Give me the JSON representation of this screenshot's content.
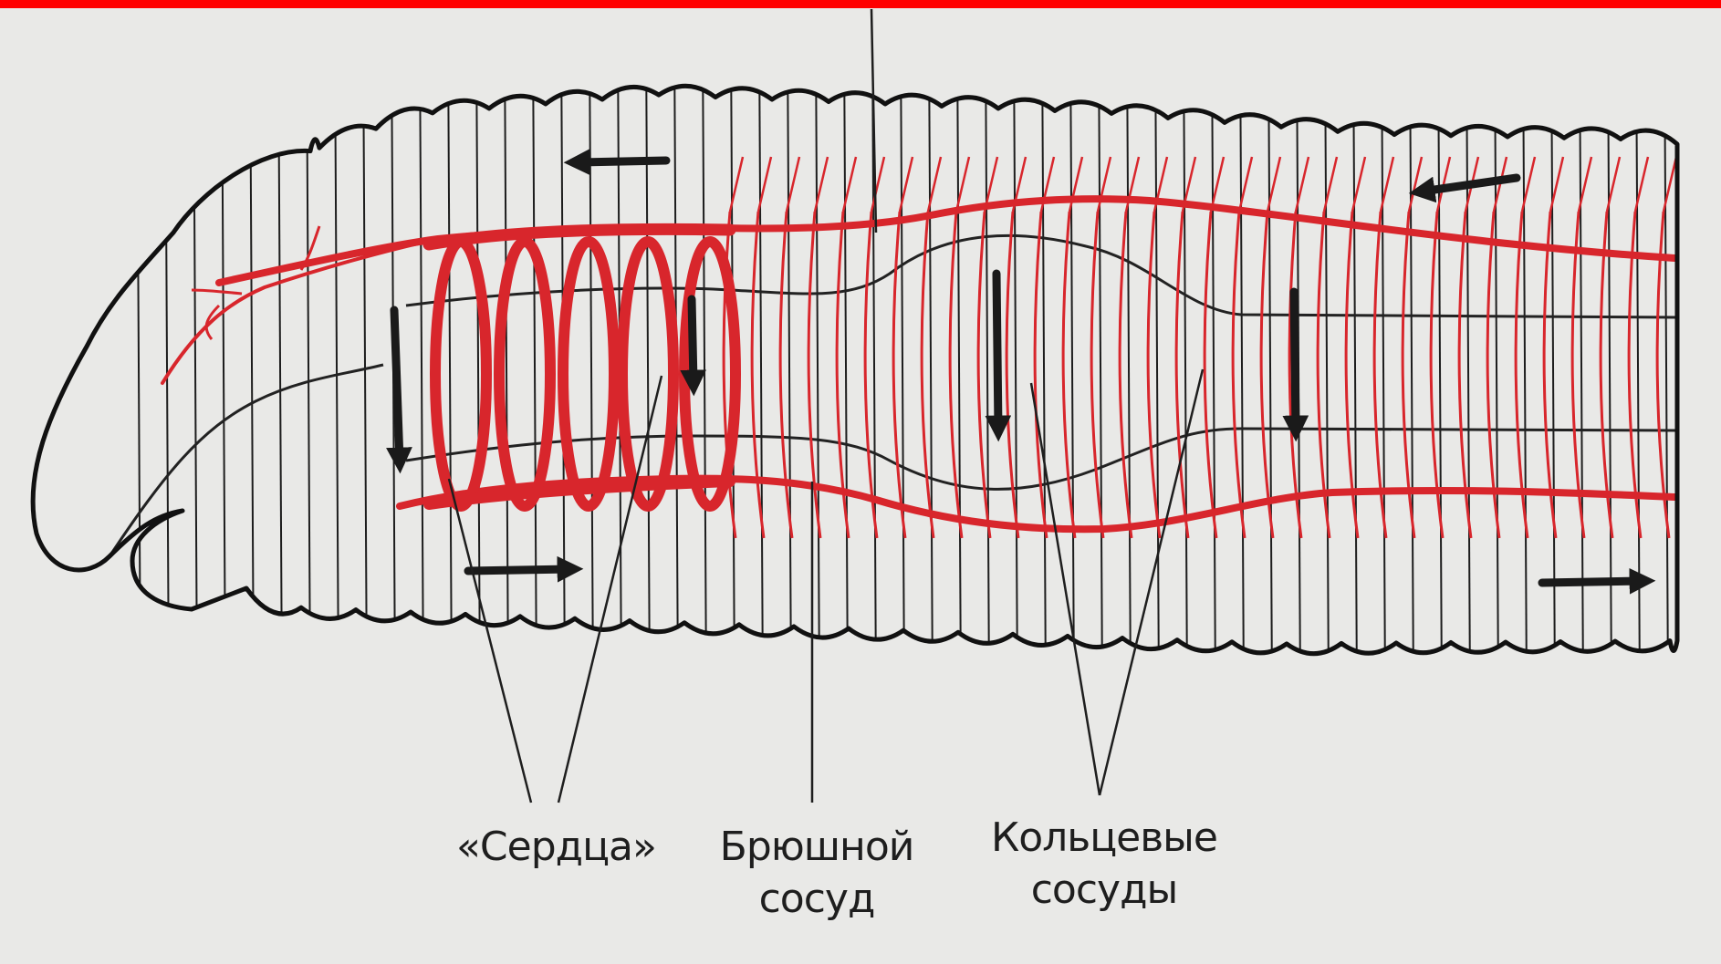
{
  "colors": {
    "background": "#e9e9e7",
    "top_bar": "#ff0000",
    "blood_vessel": "#d8262c",
    "outline": "#111111",
    "arrow": "#1a1a1a"
  },
  "labels": {
    "hearts": "«Сердца»",
    "ventral_vessel_line1": "Брюшной",
    "ventral_vessel_line2": "сосуд",
    "ring_vessels_line1": "Кольцевые",
    "ring_vessels_line2": "сосуды"
  }
}
